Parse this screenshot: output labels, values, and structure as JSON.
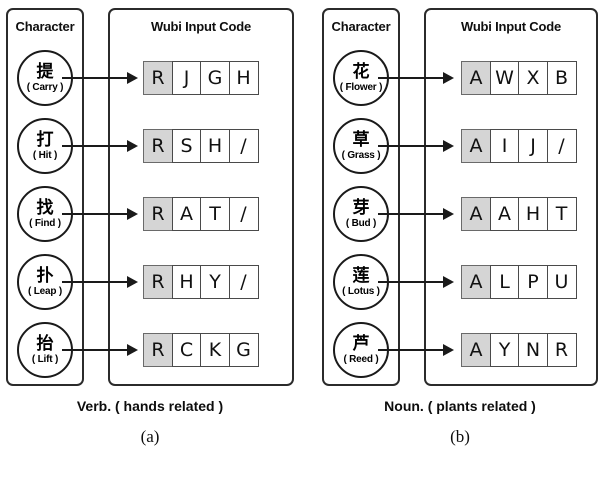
{
  "figure": {
    "panel_titles": {
      "character": "Character",
      "code": "Wubi Input Code"
    },
    "icons": {
      "arrow": "arrow-right-icon"
    },
    "colors": {
      "key_cell_fill": "#d5d5d5",
      "cell_fill": "#ffffff",
      "stroke": "#2b2b2b"
    },
    "groups": [
      {
        "id": "a",
        "caption": "Verb. ( hands related )",
        "subcaption": "(a)",
        "shared_key": "R",
        "entries": [
          {
            "han": "提",
            "gloss": "( Carry )",
            "code": [
              "R",
              "J",
              "G",
              "H"
            ]
          },
          {
            "han": "打",
            "gloss": "( Hit )",
            "code": [
              "R",
              "S",
              "H",
              "/"
            ]
          },
          {
            "han": "找",
            "gloss": "( Find )",
            "code": [
              "R",
              "A",
              "T",
              "/"
            ]
          },
          {
            "han": "扑",
            "gloss": "( Leap )",
            "code": [
              "R",
              "H",
              "Y",
              "/"
            ]
          },
          {
            "han": "抬",
            "gloss": "( Lift )",
            "code": [
              "R",
              "C",
              "K",
              "G"
            ]
          }
        ]
      },
      {
        "id": "b",
        "caption": "Noun.  ( plants related )",
        "subcaption": "(b)",
        "shared_key": "A",
        "entries": [
          {
            "han": "花",
            "gloss": "( Flower )",
            "code": [
              "A",
              "W",
              "X",
              "B"
            ]
          },
          {
            "han": "草",
            "gloss": "( Grass )",
            "code": [
              "A",
              "I",
              "J",
              "/"
            ]
          },
          {
            "han": "芽",
            "gloss": "( Bud )",
            "code": [
              "A",
              "A",
              "H",
              "T"
            ]
          },
          {
            "han": "莲",
            "gloss": "( Lotus )",
            "code": [
              "A",
              "L",
              "P",
              "U"
            ]
          },
          {
            "han": "芦",
            "gloss": "( Reed )",
            "code": [
              "A",
              "Y",
              "N",
              "R"
            ]
          }
        ]
      }
    ]
  }
}
